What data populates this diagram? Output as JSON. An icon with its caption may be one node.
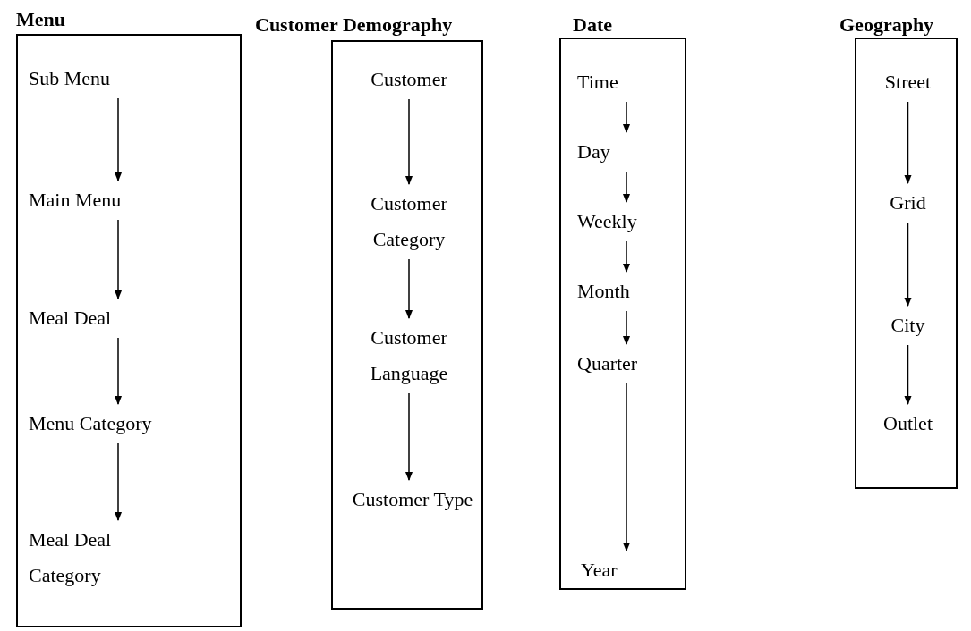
{
  "diagram": {
    "nodes": [
      {
        "text": [
          "Menu"
        ]
      },
      {
        "text": [
          "Sub Menu"
        ],
        "in": 0
      },
      {
        "text": [
          "Main Menu"
        ],
        "in": 0
      },
      {
        "text": [
          "Meal Deal"
        ],
        "in": 0
      },
      {
        "text": [
          "Menu Category"
        ],
        "in": 0
      },
      {
        "text": [
          "Meal Deal Category"
        ],
        "in": 0
      },
      {
        "text": [
          "Customer Demography"
        ]
      },
      {
        "text": [
          "Customer"
        ],
        "in": 6
      },
      {
        "text": [
          "Customer Category"
        ],
        "in": 6
      },
      {
        "text": [
          "Customer Language"
        ],
        "in": 6
      },
      {
        "text": [
          "Customer Type"
        ],
        "in": 6
      },
      {
        "text": [
          "Date"
        ]
      },
      {
        "text": [
          "Time"
        ],
        "in": 11
      },
      {
        "text": [
          "Day"
        ],
        "in": 11
      },
      {
        "text": [
          "Weekly"
        ],
        "in": 11
      },
      {
        "text": [
          "Month"
        ],
        "in": 11
      },
      {
        "text": [
          "Quarter"
        ],
        "in": 11
      },
      {
        "text": [
          "Year"
        ],
        "in": 11
      },
      {
        "text": [
          "Geography"
        ]
      },
      {
        "text": [
          "Street"
        ],
        "in": 18
      },
      {
        "text": [
          "Grid"
        ],
        "in": 18
      },
      {
        "text": [
          "City"
        ],
        "in": 18
      },
      {
        "text": [
          "Outlet"
        ],
        "in": 18
      }
    ],
    "edges": [
      {
        "from": 1,
        "to": 2,
        "arrow": "to"
      },
      {
        "from": 2,
        "to": 3,
        "arrow": "to"
      },
      {
        "from": 3,
        "to": 4,
        "arrow": "to"
      },
      {
        "from": 4,
        "to": 5,
        "arrow": "to"
      },
      {
        "from": 7,
        "to": 8,
        "arrow": "to"
      },
      {
        "from": 8,
        "to": 9,
        "arrow": "to"
      },
      {
        "from": 9,
        "to": 10,
        "arrow": "to"
      },
      {
        "from": 12,
        "to": 13,
        "arrow": "to"
      },
      {
        "from": 13,
        "to": 14,
        "arrow": "to"
      },
      {
        "from": 14,
        "to": 15,
        "arrow": "to"
      },
      {
        "from": 15,
        "to": 16,
        "arrow": "to"
      },
      {
        "from": 16,
        "to": 17,
        "arrow": "to"
      },
      {
        "from": 19,
        "to": 20,
        "arrow": "to"
      },
      {
        "from": 20,
        "to": 21,
        "arrow": "to"
      },
      {
        "from": 21,
        "to": 22,
        "arrow": "to"
      }
    ]
  }
}
